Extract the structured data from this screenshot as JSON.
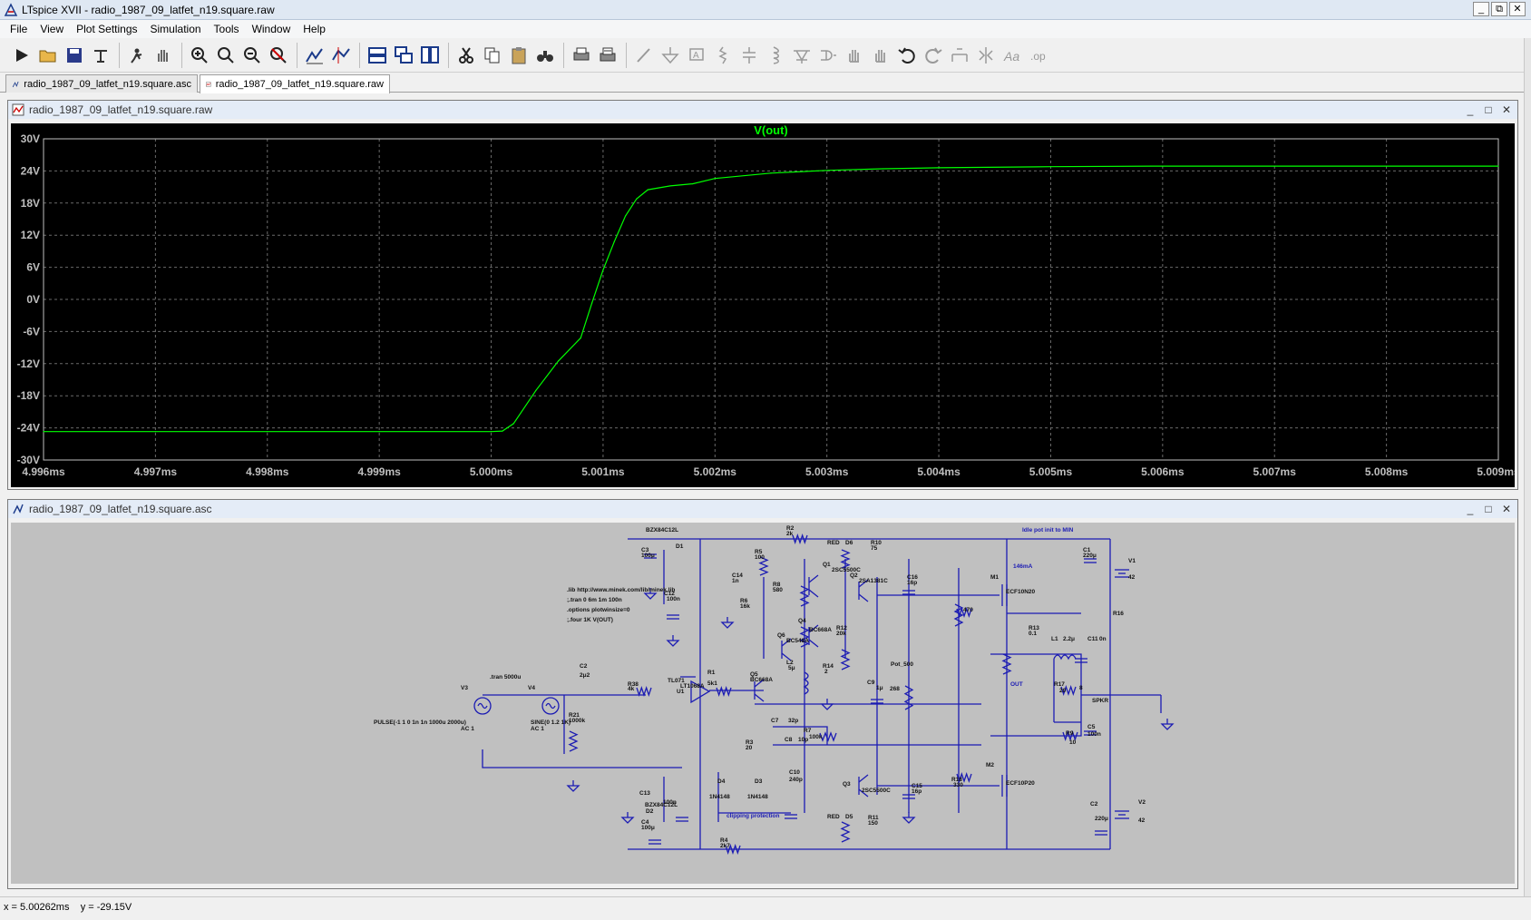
{
  "app": {
    "title": "LTspice XVII - radio_1987_09_latfet_n19.square.raw",
    "window_buttons": [
      "_",
      "⧉",
      "✕"
    ]
  },
  "menu": [
    "File",
    "View",
    "Plot Settings",
    "Simulation",
    "Tools",
    "Window",
    "Help"
  ],
  "toolbar": {
    "icons": [
      "run-icon",
      "open-icon",
      "save-icon",
      "control-panel-icon",
      "halt-icon",
      "pan-hand-icon",
      "zoom-in-icon",
      "zoom-area-icon",
      "zoom-out-icon",
      "zoom-cancel-icon",
      "autorange-icon",
      "markers-icon",
      "tile-horizontal-icon",
      "cascade-icon",
      "tile-vertical-icon",
      "cut-icon",
      "copy-icon",
      "paste-icon",
      "find-icon",
      "print-icon",
      "print-setup-icon",
      "draw-wire-icon",
      "ground-icon",
      "label-net-icon",
      "resistor-icon",
      "capacitor-icon",
      "inductor-icon",
      "diode-icon",
      "component-icon",
      "move-icon",
      "drag-icon",
      "undo-icon",
      "redo-icon",
      "rotate-icon",
      "mirror-icon",
      "text-icon",
      "spice-directive-icon"
    ]
  },
  "tabs": [
    {
      "label": "radio_1987_09_latfet_n19.square.asc",
      "icon": "schematic-icon",
      "active": false
    },
    {
      "label": "radio_1987_09_latfet_n19.square.raw",
      "icon": "waveform-icon",
      "active": true
    }
  ],
  "waveform_panel": {
    "title": "radio_1987_09_latfet_n19.square.raw",
    "buttons": [
      "_",
      "□",
      "✕"
    ],
    "trace_label": "V(out)",
    "trace_color": "#00ff00"
  },
  "chart_data": {
    "type": "line",
    "title": "V(out)",
    "xlabel": "",
    "ylabel": "",
    "xlim": [
      4.996,
      5.009
    ],
    "ylim": [
      -30,
      30
    ],
    "x_ticks": [
      "4.996ms",
      "4.997ms",
      "4.998ms",
      "4.999ms",
      "5.000ms",
      "5.001ms",
      "5.002ms",
      "5.003ms",
      "5.004ms",
      "5.005ms",
      "5.006ms",
      "5.007ms",
      "5.008ms",
      "5.009ms"
    ],
    "y_ticks": [
      "30V",
      "24V",
      "18V",
      "12V",
      "6V",
      "0V",
      "-6V",
      "-12V",
      "-18V",
      "-24V",
      "-30V"
    ],
    "grid": true,
    "series": [
      {
        "name": "V(out)",
        "color": "#00ff00",
        "x": [
          4.996,
          4.997,
          4.998,
          4.999,
          5.0,
          5.0001,
          5.0002,
          5.0004,
          5.0006,
          5.0008,
          5.0009,
          5.001,
          5.0011,
          5.0012,
          5.0013,
          5.0014,
          5.0016,
          5.0018,
          5.002,
          5.0025,
          5.003,
          5.0035,
          5.004,
          5.005,
          5.006,
          5.007,
          5.008,
          5.009
        ],
        "y": [
          -24.7,
          -24.7,
          -24.7,
          -24.7,
          -24.7,
          -24.6,
          -23.2,
          -17,
          -11.5,
          -7.2,
          -0.7,
          5.5,
          10.8,
          15.6,
          18.8,
          20.5,
          21.2,
          21.6,
          22.6,
          23.6,
          24.1,
          24.4,
          24.6,
          24.8,
          24.9,
          24.9,
          24.9,
          24.9
        ]
      }
    ]
  },
  "schematic_panel": {
    "title": "radio_1987_09_latfet_n19.square.asc",
    "buttons": [
      "_",
      "□",
      "✕"
    ],
    "directives": [
      ".lib http://www.minek.com/lib/minek.lib",
      ";.tran 0 6m 1m 100n",
      ".options plotwinsize=0",
      ";.four 1K V(OUT)"
    ],
    "tran": ".tran 5000u",
    "source_v3": "PULSE(-1 1 0 1n 1n 1000u 2000u)",
    "source_v3_ac": "AC 1",
    "source_v4": "SINE(0 1.2 1K)",
    "source_v4_ac": "AC 1",
    "notes": {
      "idle": "Idle pot init to MIN",
      "current": "146mA",
      "clip": "clipping protection",
      "out": "OUT"
    },
    "labels": [
      {
        "t": "BZX84C12L"
      },
      {
        "t": "D1"
      },
      {
        "t": "C3"
      },
      {
        "t": "100μ"
      },
      {
        "t": "R2"
      },
      {
        "t": "2k"
      },
      {
        "t": "RED"
      },
      {
        "t": "D6"
      },
      {
        "t": "R10"
      },
      {
        "t": "75"
      },
      {
        "t": "C1"
      },
      {
        "t": "220μ"
      },
      {
        "t": "V1"
      },
      {
        "t": "42"
      },
      {
        "t": "R5"
      },
      {
        "t": "100"
      },
      {
        "t": "C14"
      },
      {
        "t": "1n"
      },
      {
        "t": "Q1"
      },
      {
        "t": "2SC5500C"
      },
      {
        "t": "Q2"
      },
      {
        "t": "2SA1381C"
      },
      {
        "t": "C16"
      },
      {
        "t": "16p"
      },
      {
        "t": "M1"
      },
      {
        "t": "ECF10N20"
      },
      {
        "t": "R8"
      },
      {
        "t": "580"
      },
      {
        "t": "R16"
      },
      {
        "t": "470"
      },
      {
        "t": "C12"
      },
      {
        "t": "100n"
      },
      {
        "t": "R6"
      },
      {
        "t": "16k"
      },
      {
        "t": "Q4"
      },
      {
        "t": "BC668A"
      },
      {
        "t": "R12"
      },
      {
        "t": "20k"
      },
      {
        "t": "Q6"
      },
      {
        "t": "BC548A"
      },
      {
        "t": "R13"
      },
      {
        "t": "0.1"
      },
      {
        "t": "L1"
      },
      {
        "t": "2.2μ"
      },
      {
        "t": "C11"
      },
      {
        "t": "0n"
      },
      {
        "t": "TL071"
      },
      {
        "t": "LT1068A"
      },
      {
        "t": "U1"
      },
      {
        "t": "L2"
      },
      {
        "t": "5μ"
      },
      {
        "t": "R14"
      },
      {
        "t": "2"
      },
      {
        "t": "Pot_500"
      },
      {
        "t": "R17"
      },
      {
        "t": "20"
      },
      {
        "t": "8"
      },
      {
        "t": "SPKR"
      },
      {
        "t": "C2"
      },
      {
        "t": "2μ2"
      },
      {
        "t": "R38"
      },
      {
        "t": "4k"
      },
      {
        "t": "R1"
      },
      {
        "t": "5k1"
      },
      {
        "t": "Q5"
      },
      {
        "t": "BC668A"
      },
      {
        "t": "C9"
      },
      {
        "t": "1μ"
      },
      {
        "t": "268"
      },
      {
        "t": "V3"
      },
      {
        "t": "V4"
      },
      {
        "t": "R21"
      },
      {
        "t": "1000k"
      },
      {
        "t": "C7"
      },
      {
        "t": "32p"
      },
      {
        "t": "R7"
      },
      {
        "t": "100k"
      },
      {
        "t": "R9"
      },
      {
        "t": "10"
      },
      {
        "t": "C5"
      },
      {
        "t": "100n"
      },
      {
        "t": "C8"
      },
      {
        "t": "10p"
      },
      {
        "t": "R3"
      },
      {
        "t": "20"
      },
      {
        "t": "C13"
      },
      {
        "t": "100n"
      },
      {
        "t": "D4"
      },
      {
        "t": "D3"
      },
      {
        "t": "C10"
      },
      {
        "t": "240p"
      },
      {
        "t": "R18"
      },
      {
        "t": "330"
      },
      {
        "t": "M2"
      },
      {
        "t": "ECF10P20"
      },
      {
        "t": "1N4148"
      },
      {
        "t": "1N4148"
      },
      {
        "t": "Q3"
      },
      {
        "t": "2SC5500C"
      },
      {
        "t": "C15"
      },
      {
        "t": "16p"
      },
      {
        "t": "BZX84C12L"
      },
      {
        "t": "D2"
      },
      {
        "t": "C4"
      },
      {
        "t": "100μ"
      },
      {
        "t": "RED"
      },
      {
        "t": "D5"
      },
      {
        "t": "R11"
      },
      {
        "t": "150"
      },
      {
        "t": "C2"
      },
      {
        "t": "220μ"
      },
      {
        "t": "V2"
      },
      {
        "t": "42"
      },
      {
        "t": "R4"
      },
      {
        "t": "2k7"
      }
    ]
  },
  "status": {
    "x_readout": "x = 5.00262ms",
    "y_readout": "y = -29.15V"
  }
}
